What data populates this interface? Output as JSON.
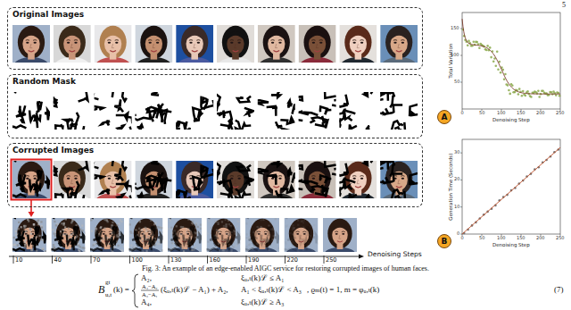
{
  "diagram": {
    "caption": "Fig. 3: An example of an edge-enabled AIGC service for restoring corrupted images of human faces.",
    "nodes": [
      {
        "text": [
          "Original Images"
        ]
      },
      {
        "text": [
          "Random Mask"
        ]
      },
      {
        "text": [
          "Corrupted Images"
        ]
      },
      {
        "text": [
          "A"
        ]
      },
      {
        "text": [
          "B"
        ]
      }
    ],
    "labels": [
      "5",
      "0",
      "50",
      "100",
      "150",
      "200",
      "250",
      "Denoising Step",
      "50",
      "100",
      "150",
      "Total Variation",
      "0",
      "50",
      "100",
      "150",
      "200",
      "250",
      "Denoising Step",
      "0",
      "10",
      "20",
      "30",
      "Generation Time (Seconds)",
      "10",
      "40",
      "70",
      "100",
      "130",
      "160",
      "190",
      "220",
      "250",
      "Denoising Steps",
      "B",
      "gt",
      "u,t",
      "(k) =",
      "A₂,",
      "ξᵤ,ₜ(k)ℒ ≤ A₁",
      "A₄−A₂",
      "A₃−A₁",
      "(ξᵤ,ₜ(k)ℒ − A₁) + A₂,",
      "A₁ < ξᵤ,ₜ(k)ℒ < A₃",
      "A₄,",
      "ξᵤ,ₜ(k)ℒ ≥ A₃",
      ", ϱₘ(t) = 1, m = φᵤ,ₜ(k)",
      "(7)"
    ]
  }
}
